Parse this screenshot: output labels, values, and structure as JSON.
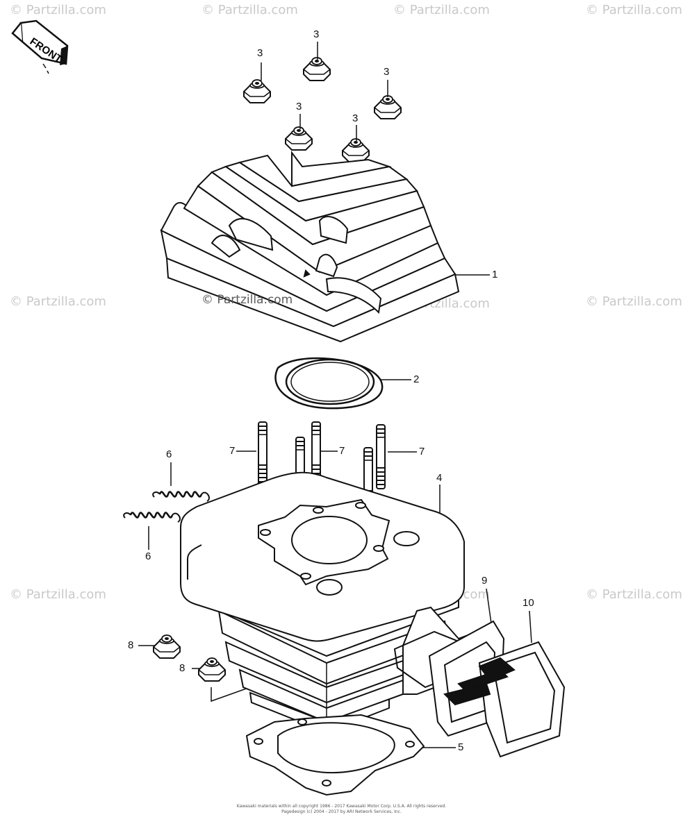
{
  "watermarks": {
    "text": "© Partzilla.com",
    "center_text": "© Partzilla.com"
  },
  "front_label": "FRONT",
  "callouts": {
    "c1": "1",
    "c2": "2",
    "c3a": "3",
    "c3b": "3",
    "c3c": "3",
    "c3d": "3",
    "c3e": "3",
    "c4": "4",
    "c5": "5",
    "c6a": "6",
    "c6b": "6",
    "c7a": "7",
    "c7b": "7",
    "c7c": "7",
    "c8a": "8",
    "c8b": "8",
    "c9": "9",
    "c10": "10"
  },
  "footer": {
    "line1": "Kawasaki materials within all copyright 1986 - 2017 Kawasaki Motor Corp. U.S.A. All rights reserved.",
    "line2": "Pagedesign (c) 2004 - 2017 by ARI Network Services, Inc."
  },
  "colors": {
    "line": "#111111",
    "watermark": "#c9c9c9"
  }
}
